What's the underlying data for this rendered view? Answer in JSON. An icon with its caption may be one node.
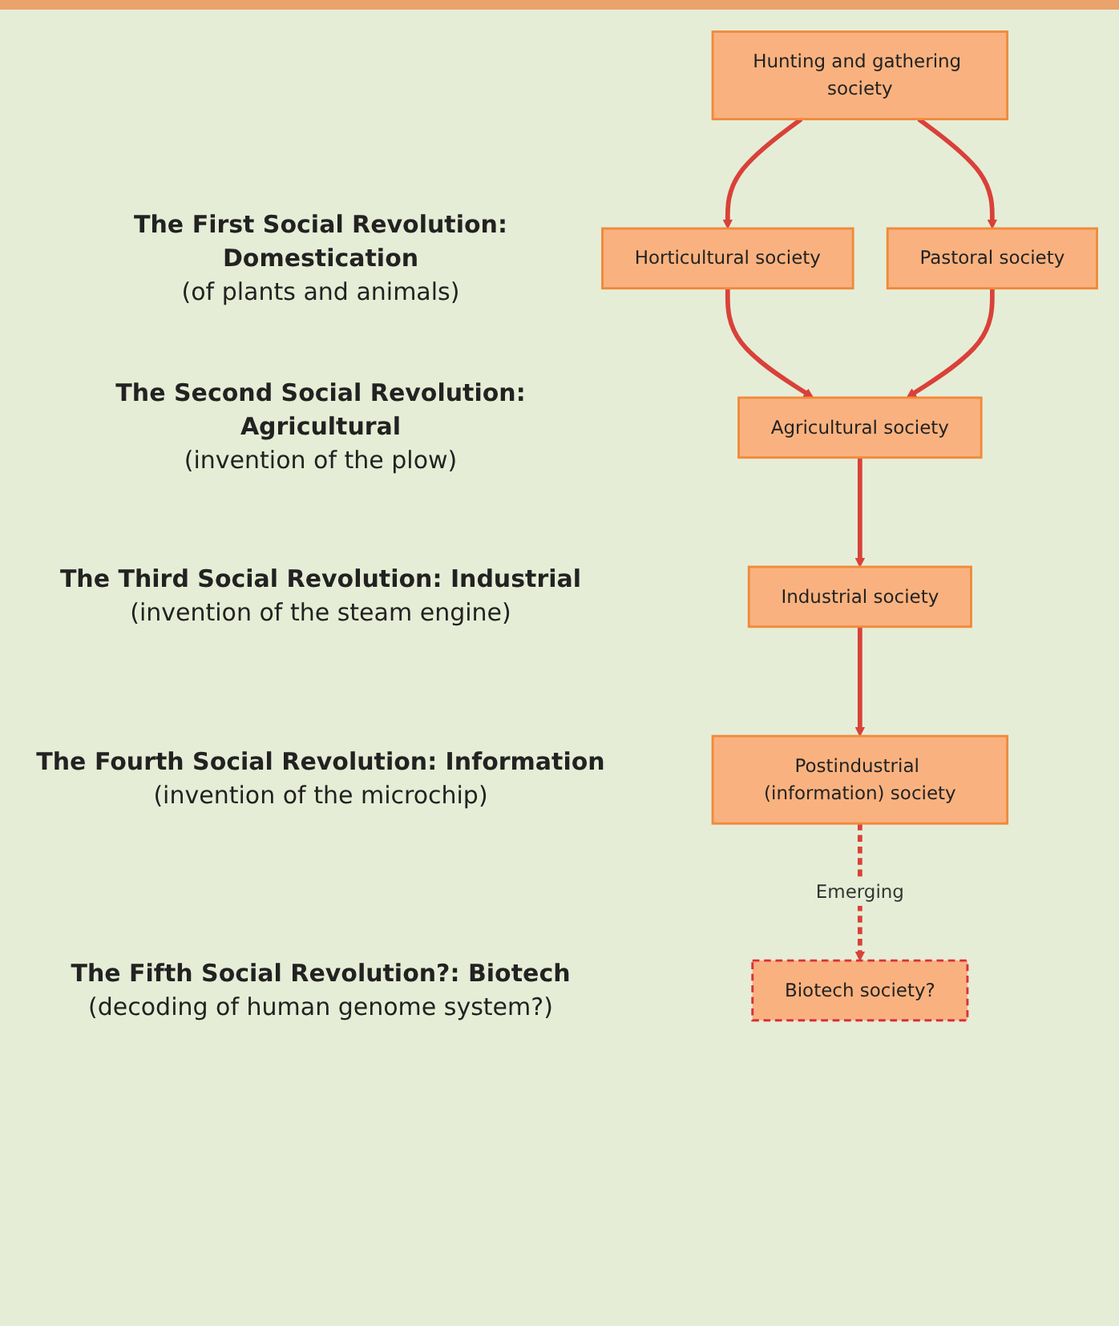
{
  "diagram": {
    "nodes": [
      {
        "text": [
          "Hunting and gathering society"
        ]
      },
      {
        "text": [
          "Horticultural society"
        ]
      },
      {
        "text": [
          "Pastoral society"
        ]
      },
      {
        "text": [
          "Agricultural society"
        ]
      },
      {
        "text": [
          "Industrial society"
        ]
      },
      {
        "text": [
          "Postindustrial (information) society"
        ]
      },
      {
        "text": [
          "Biotech society?"
        ]
      }
    ],
    "edges": [
      {
        "from": 0,
        "to": 1,
        "arrow": "to"
      },
      {
        "from": 0,
        "to": 2,
        "arrow": "to"
      },
      {
        "from": 1,
        "to": 3,
        "arrow": "to"
      },
      {
        "from": 2,
        "to": 3,
        "arrow": "to"
      },
      {
        "from": 3,
        "to": 4,
        "arrow": "to"
      },
      {
        "from": 4,
        "to": 5,
        "arrow": "to"
      },
      {
        "from": 5,
        "to": 6,
        "arrow": "to",
        "style": "dashed",
        "label": "Emerging"
      }
    ],
    "labels": [
      "The First Social Revolution: Domestication",
      "(of plants and animals)",
      "The Second Social Revolution: Agricultural",
      "(invention of the plow)",
      "The Third Social Revolution: Industrial",
      "(invention of the steam engine)",
      "The Fourth Social Revolution: Information",
      "(invention of the microchip)",
      "The Fifth Social Revolution?: Biotech",
      "(decoding of human genome system?)"
    ]
  }
}
